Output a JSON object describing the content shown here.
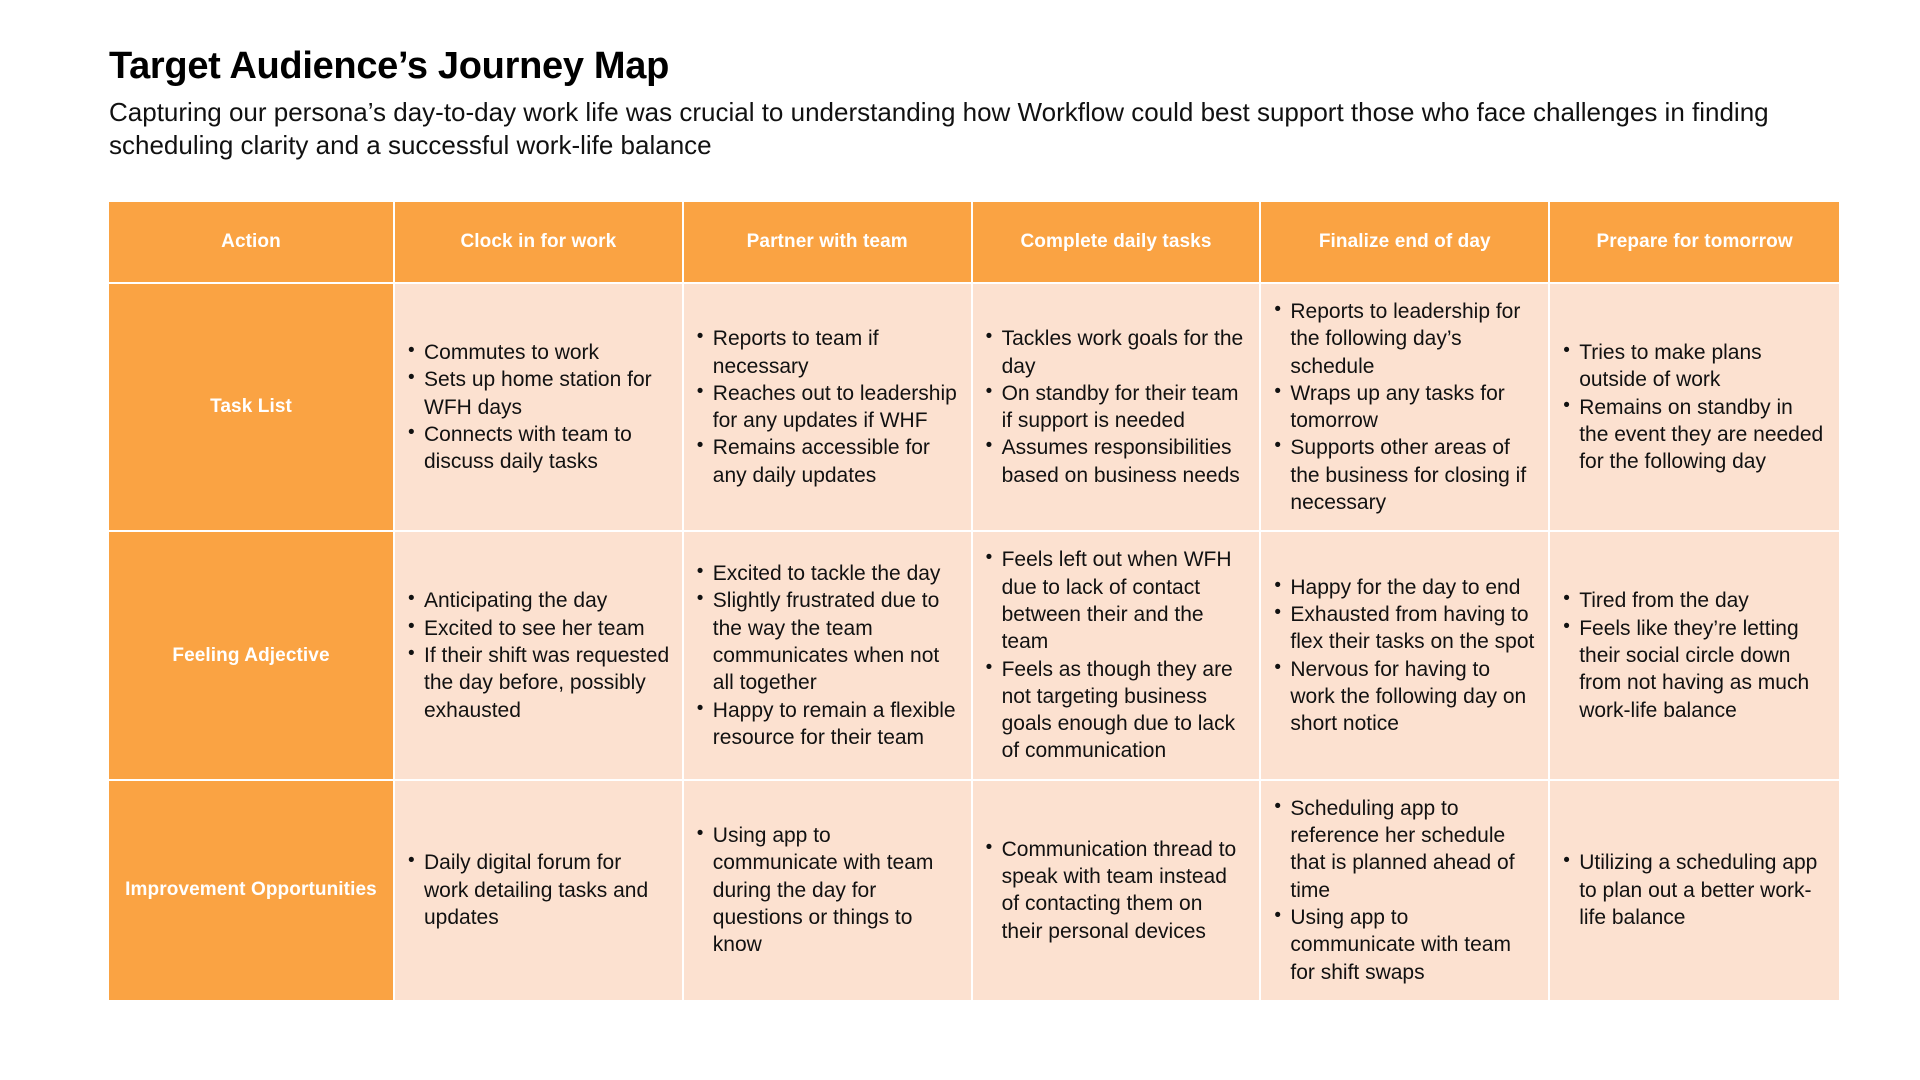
{
  "header": {
    "title": "Target Audience’s Journey Map",
    "subtitle": "Capturing our persona’s day-to-day work life was crucial to understanding how Workflow could best support those who face challenges in finding scheduling clarity and a successful work-life balance"
  },
  "colors": {
    "header_fill": "#FAA343",
    "body_fill": "#FCE1D0",
    "header_text": "#FFFFFF",
    "body_text": "#111111",
    "page_background": "#FFFFFF"
  },
  "table": {
    "columns": [
      "Action",
      "Clock in for work",
      "Partner with team",
      "Complete daily tasks",
      "Finalize end of day",
      "Prepare for tomorrow"
    ],
    "rows": [
      {
        "label": "Task List",
        "cells": [
          [
            "Commutes to work",
            "Sets up home station for WFH days",
            "Connects with team to discuss daily tasks"
          ],
          [
            "Reports to team if necessary",
            "Reaches out to leadership for any updates if WHF",
            "Remains accessible for any daily updates"
          ],
          [
            "Tackles work goals for the day",
            "On standby for their team if support is needed",
            "Assumes responsibilities based on business needs"
          ],
          [
            "Reports to leadership for the following day’s schedule",
            "Wraps up any tasks for tomorrow",
            "Supports other areas of the business for closing if necessary"
          ],
          [
            "Tries to make plans outside of work",
            "Remains on standby in the event they are needed for the following day"
          ]
        ]
      },
      {
        "label": "Feeling Adjective",
        "cells": [
          [
            "Anticipating the day",
            "Excited to see her team",
            "If their shift was requested the day before, possibly exhausted"
          ],
          [
            "Excited to tackle the day",
            "Slightly frustrated due to the way the team communicates when not all together",
            "Happy to remain a flexible resource for their team"
          ],
          [
            "Feels left out when WFH due to lack of contact between their and the team",
            "Feels as though they are not targeting business goals enough due to lack of communication"
          ],
          [
            "Happy for the day to end",
            "Exhausted from having to flex their tasks on the spot",
            "Nervous for having to work the following day on short notice"
          ],
          [
            "Tired from the day",
            "Feels like they’re letting their social circle down from not having as much work-life balance"
          ]
        ]
      },
      {
        "label": "Improvement Opportunities",
        "cells": [
          [
            "Daily digital forum for work detailing tasks and updates"
          ],
          [
            "Using app to communicate with team during the day for questions or things to know"
          ],
          [
            "Communication thread to speak with team instead of contacting them on their personal devices"
          ],
          [
            "Scheduling app to reference her schedule that is planned ahead of time",
            "Using app to communicate with team for shift swaps"
          ],
          [
            "Utilizing a scheduling app to plan out a better work-life balance"
          ]
        ]
      }
    ]
  }
}
